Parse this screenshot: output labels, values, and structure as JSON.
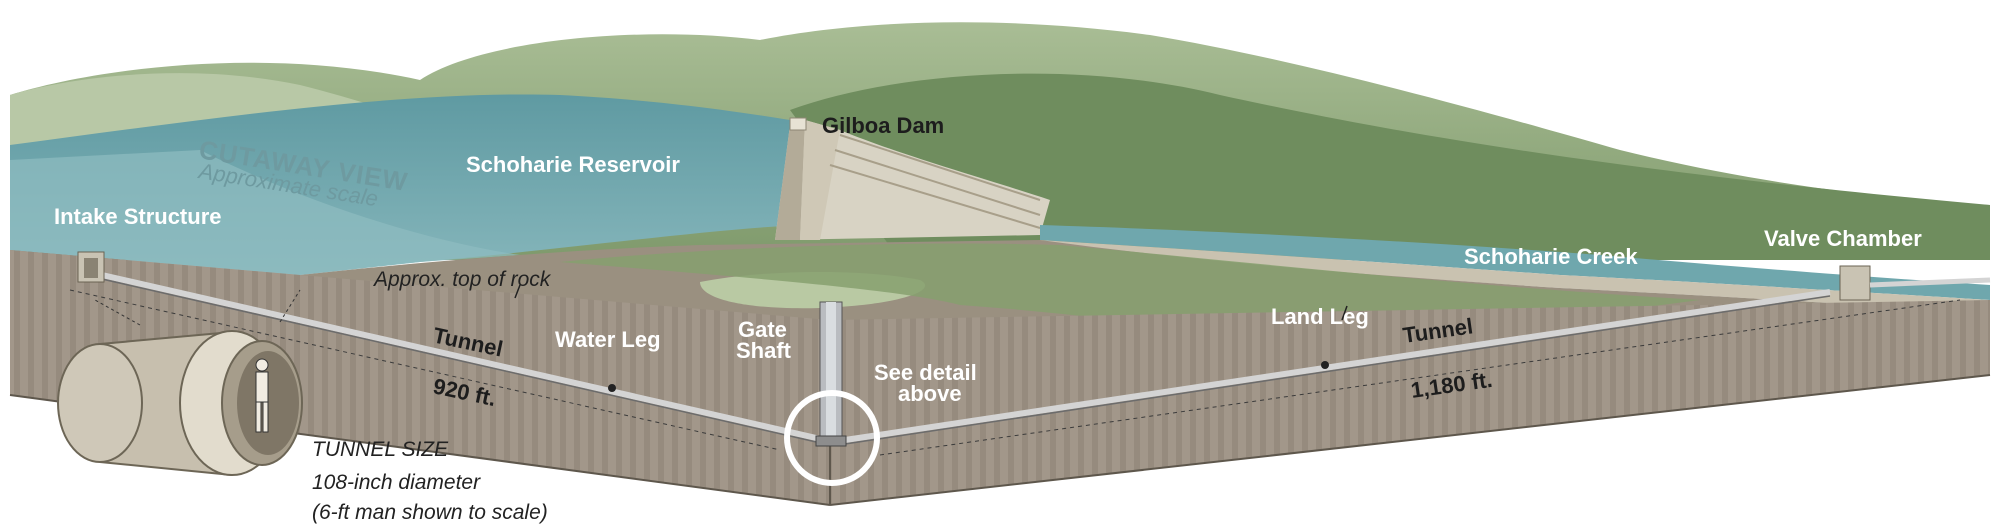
{
  "diagram": {
    "cutaway": {
      "title": "CUTAWAY VIEW",
      "subtitle": "Approximate scale"
    },
    "labels": {
      "gilboa_dam": "Gilboa Dam",
      "schoharie_reservoir": "Schoharie Reservoir",
      "intake_structure": "Intake Structure",
      "approx_top_of_rock": "Approx. top of rock",
      "tunnel_left": "Tunnel",
      "water_leg": "Water Leg",
      "gate_shaft_line1": "Gate",
      "gate_shaft_line2": "Shaft",
      "see_detail_line1": "See detail",
      "see_detail_line2": "above",
      "land_leg": "Land Leg",
      "tunnel_right": "Tunnel",
      "schoharie_creek": "Schoharie Creek",
      "valve_chamber": "Valve Chamber",
      "length_left": "920 ft.",
      "length_right": "1,180 ft."
    },
    "tunnel_size": {
      "title": "TUNNEL SIZE",
      "line1": "108-inch diameter",
      "line2": "(6-ft man shown to scale)"
    },
    "colors": {
      "water": "#6fa7ad",
      "hills": "#8ea77b",
      "rock": "#9d9280",
      "tunnel": "#c9c9c9",
      "highlight": "#ffffff"
    }
  }
}
